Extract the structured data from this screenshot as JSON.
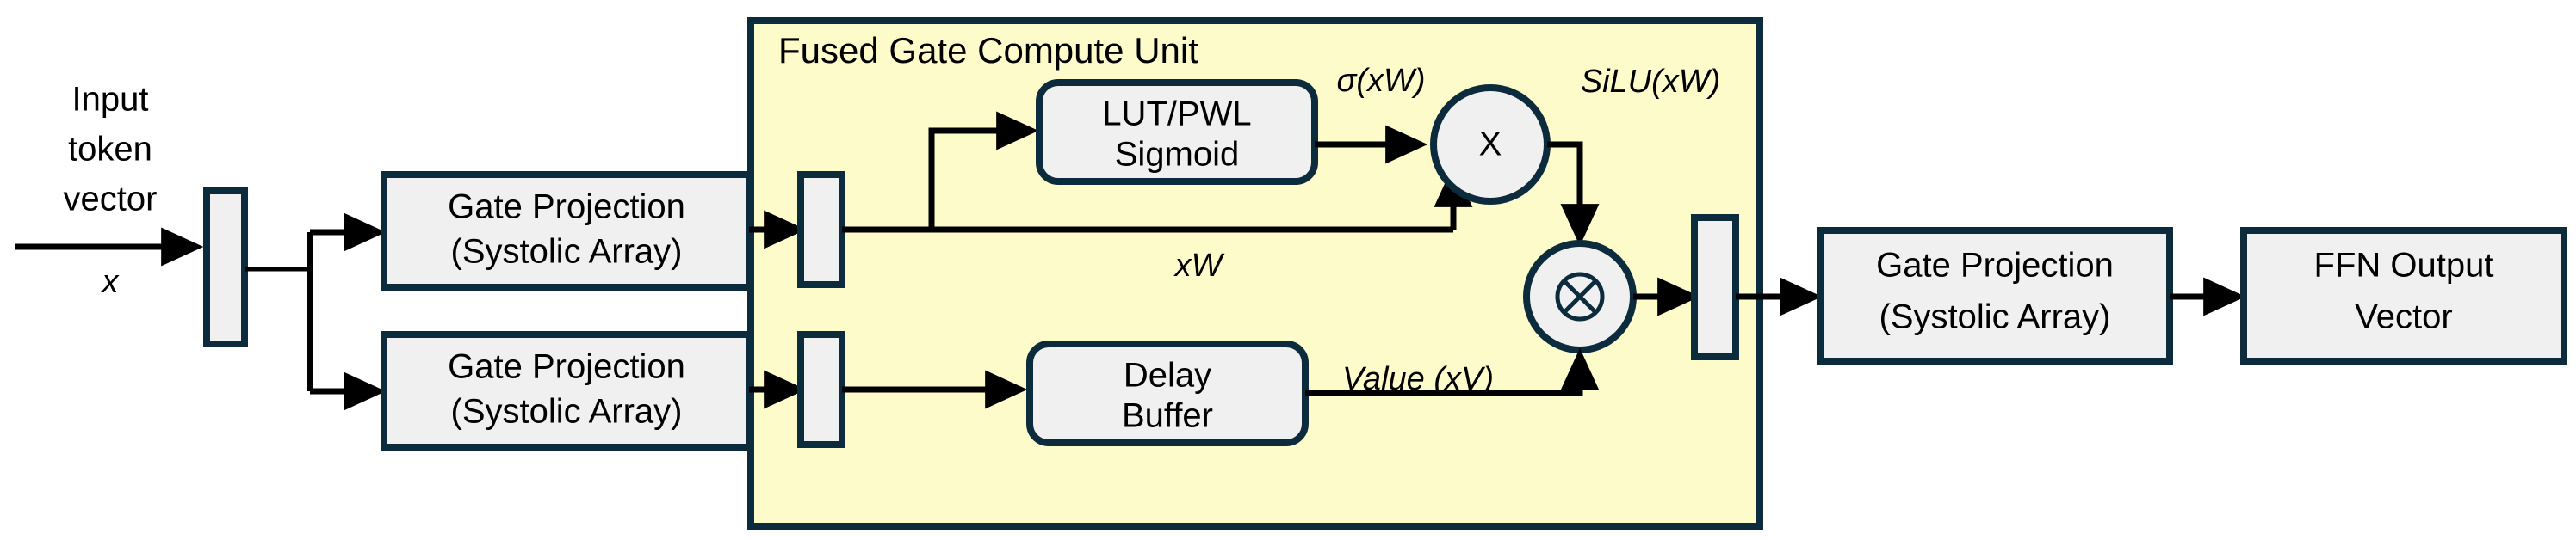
{
  "diagram": {
    "title_hidden": "",
    "colors": {
      "stroke": "#0c2b3c",
      "box_fill": "#f0f0f0",
      "group_fill": "#fcfbc9",
      "wire": "#000000",
      "page_bg": "#ffffff"
    },
    "input": {
      "line1": "Input",
      "line2": "token",
      "line3": "vector",
      "symbol": "x"
    },
    "group": {
      "label": "Fused Gate Compute Unit"
    },
    "blocks": {
      "gate_proj_top_line1": "Gate Projection",
      "gate_proj_top_line2": "(Systolic Array)",
      "gate_proj_bottom_line1": "Gate Projection",
      "gate_proj_bottom_line2": "(Systolic Array)",
      "sigmoid_line1": "LUT/PWL",
      "sigmoid_line2": "Sigmoid",
      "delay_line1": "Delay",
      "delay_line2": "Buffer",
      "gate_proj_out_line1": "Gate Projection",
      "gate_proj_out_line2": "(Systolic Array)",
      "ffn_out_line1": "FFN Output",
      "ffn_out_line2": "Vector"
    },
    "operators": {
      "multiply_x": "X",
      "elementwise": "⊗"
    },
    "wire_labels": {
      "sigma_xw": "σ(xW)",
      "silu_xw": "SiLU(xW)",
      "xw": "xW",
      "value_xv": "Value (xV)"
    },
    "registers": {
      "input_register": "input-register",
      "gate_register": "gate-register",
      "value_register": "value-register",
      "output_register": "output-register"
    }
  }
}
